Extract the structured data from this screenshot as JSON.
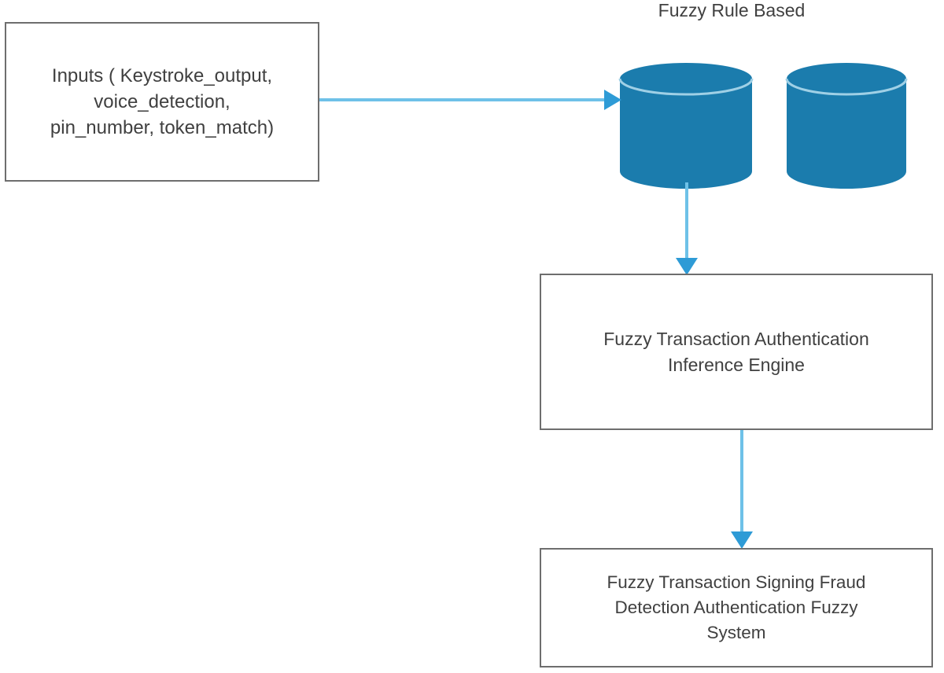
{
  "diagram": {
    "title_label": "Fuzzy Rule Based",
    "colors": {
      "cylinder_fill": "#1B7CAD",
      "cylinder_top_edge": "#8ec6e0",
      "connector_line": "#6EC1E8",
      "arrow_head": "#2E9BD6",
      "box_border": "#6e6e6e",
      "box_fill": "#ffffff",
      "text": "#404040",
      "background": "#ffffff"
    },
    "nodes": [
      {
        "id": "inputs",
        "type": "process-box",
        "text": "Inputs ( Keystroke_output,\nvoice_detection,\npin_number, token_match)"
      },
      {
        "id": "engine",
        "type": "process-box",
        "text": "Fuzzy Transaction Authentication\nInference Engine"
      },
      {
        "id": "output",
        "type": "process-box",
        "text": "Fuzzy Transaction Signing Fraud\nDetection Authentication Fuzzy\nSystem"
      },
      {
        "id": "database-1",
        "type": "cylinder",
        "text": ""
      },
      {
        "id": "database-2",
        "type": "cylinder",
        "text": ""
      }
    ],
    "edges": [
      {
        "id": "inputs-to-database",
        "from": "inputs",
        "to": "database-1",
        "direction": "right",
        "label": ""
      },
      {
        "id": "database-to-engine",
        "from": "database-1",
        "to": "engine",
        "direction": "down",
        "label": ""
      },
      {
        "id": "engine-to-output",
        "from": "engine",
        "to": "output",
        "direction": "down",
        "label": ""
      }
    ]
  }
}
